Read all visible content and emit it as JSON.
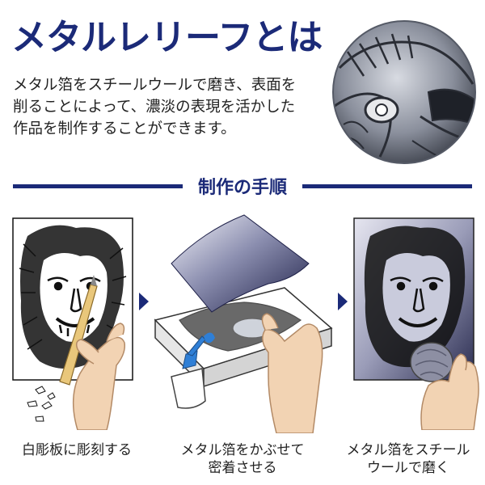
{
  "header": {
    "title": "メタルレリーフとは",
    "description_lines": [
      "メタル箔をスチールウールで磨き、表面を",
      "削ることによって、濃淡の表現を活かした",
      "作品を制作することができます。"
    ]
  },
  "section": {
    "title": "制作の手順"
  },
  "steps": [
    {
      "caption_lines": [
        "白彫板に彫刻する"
      ]
    },
    {
      "caption_lines": [
        "メタル箔をかぶせて",
        "密着させる"
      ]
    },
    {
      "caption_lines": [
        "メタル箔をスチール",
        "ウールで磨く"
      ]
    }
  ],
  "colors": {
    "brand_navy": "#1b2a78",
    "text": "#222222",
    "background": "#ffffff"
  },
  "icons": [
    "eagle-relief-medallion",
    "lion-carving-board",
    "metal-foil-sheet",
    "glue-bottle",
    "steel-wool-pad",
    "arrow-right-icon"
  ]
}
